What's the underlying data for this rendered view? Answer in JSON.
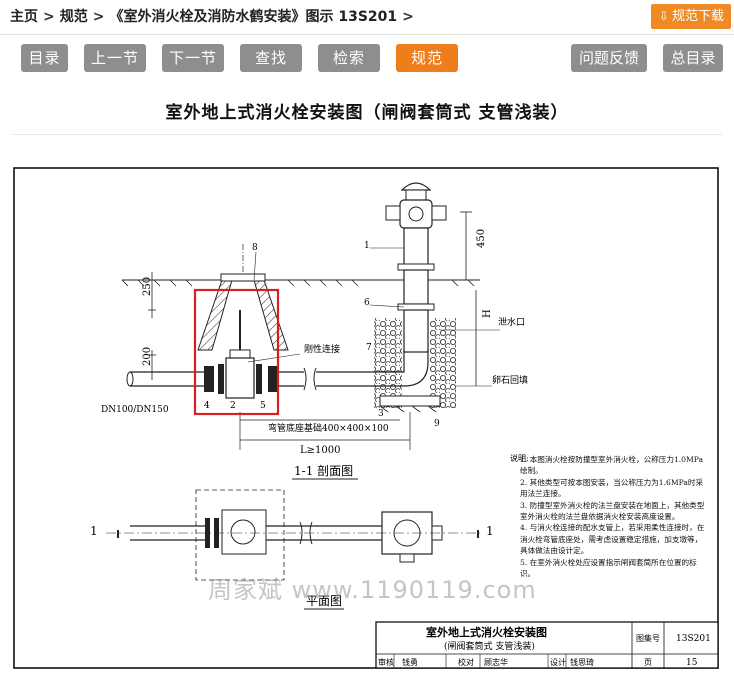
{
  "breadcrumb": {
    "home": "主页",
    "standard": "规范",
    "book": "《室外消火栓及消防水鹤安装》图示 13S201",
    "arrow": ">"
  },
  "download_button": {
    "label": "规范下载",
    "icon": "download-icon"
  },
  "nav": {
    "catalog": "目录",
    "prev": "上一节",
    "next": "下一节",
    "find": "查找",
    "search": "检索",
    "standard": "规范",
    "feedback": "问题反馈",
    "main_catalog": "总目录"
  },
  "page_title": "室外地上式消火栓安装图（闸阀套筒式 支管浅装）",
  "colors": {
    "accent": "#f07d1c",
    "nav_gray": "#8e8e8e",
    "highlight": "#d42020"
  },
  "drawing": {
    "dims": {
      "d450": "450",
      "d250": "250",
      "d200": "200",
      "h_mark": "H",
      "l_total": "L≥1000"
    },
    "pipe_label": "DN100/DN150",
    "labels": {
      "n1": "1",
      "n2": "2",
      "n3": "3",
      "n4": "4",
      "n5": "5",
      "n6": "6",
      "n7": "7",
      "n8": "8",
      "n9": "9",
      "rigid": "刚性连接",
      "drain": "泄水口",
      "gravel": "卵石回填",
      "base": "弯管底座基础400×400×100"
    },
    "section_title": "1-1 剖面图",
    "plan_title": "平面图",
    "cut_mark": "1",
    "notes_title": "说明:",
    "notes": [
      "1. 本图消火栓按防撞型室外消火栓，公称压力1.0MPa绘制。",
      "2. 其他类型可按本图安装，当公称压力为1.6MPa时采用法兰连接。",
      "3. 防撞型室外消火栓的法兰盘安装在地面上，其他类型室外消火栓的法兰盘依据消火栓安装高度设置。",
      "4. 与消火栓连接的配水支管上，若采用柔性连接时，在消火栓弯管底座处，需考虑设置稳定措施，加支墩等，具体做法由设计定。",
      "5. 在室外消火栓处应设置指示闸阀套筒所在位置的标识。"
    ],
    "title_block": {
      "title": "室外地上式消火栓安装图",
      "subtitle": "(闸阀套筒式 支管浅装)",
      "atlas_label": "图集号",
      "atlas_no": "13S201",
      "page_label": "页",
      "page_no": "15",
      "review_label": "审核",
      "reviewer": "钱勇",
      "check_label": "校对",
      "checker": "顾志华",
      "design_label": "设计",
      "designer": "钱思琦"
    }
  },
  "watermark": "周家斌 www.1190119.com"
}
